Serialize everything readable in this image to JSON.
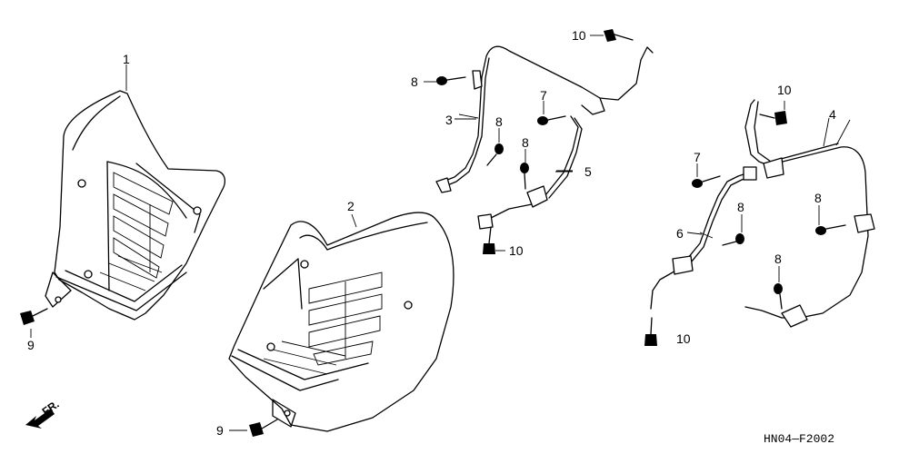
{
  "part_labels": {
    "p1": "1",
    "p2": "2",
    "p3": "3",
    "p4": "4",
    "p5": "5",
    "p6": "6",
    "p7a": "7",
    "p7b": "7",
    "p8a": "8",
    "p8b": "8",
    "p8c": "8",
    "p8d": "8",
    "p8e": "8",
    "p9a": "9",
    "p9b": "9",
    "p10a": "10",
    "p10b": "10",
    "p10c": "10",
    "p10d": "10"
  },
  "direction_label": "FR.",
  "diagram_code": "HN04—F2002"
}
